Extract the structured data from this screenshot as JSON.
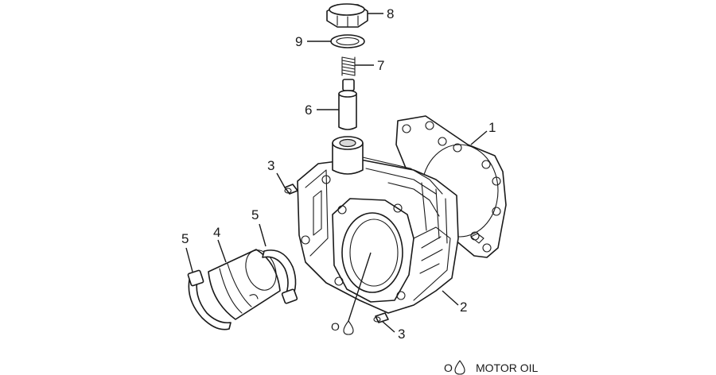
{
  "callouts": {
    "c1": "1",
    "c2": "2",
    "c3a": "3",
    "c3b": "3",
    "c4": "4",
    "c5a": "5",
    "c5b": "5",
    "c6": "6",
    "c7": "7",
    "c8": "8",
    "c9": "9"
  },
  "oil_marker": {
    "symbol": "O"
  },
  "legend": {
    "symbol": "O",
    "label": "MOTOR OIL"
  },
  "colors": {
    "line": "#1a1a1a",
    "background": "#ffffff"
  },
  "icons": [
    "oil-drop-icon"
  ]
}
